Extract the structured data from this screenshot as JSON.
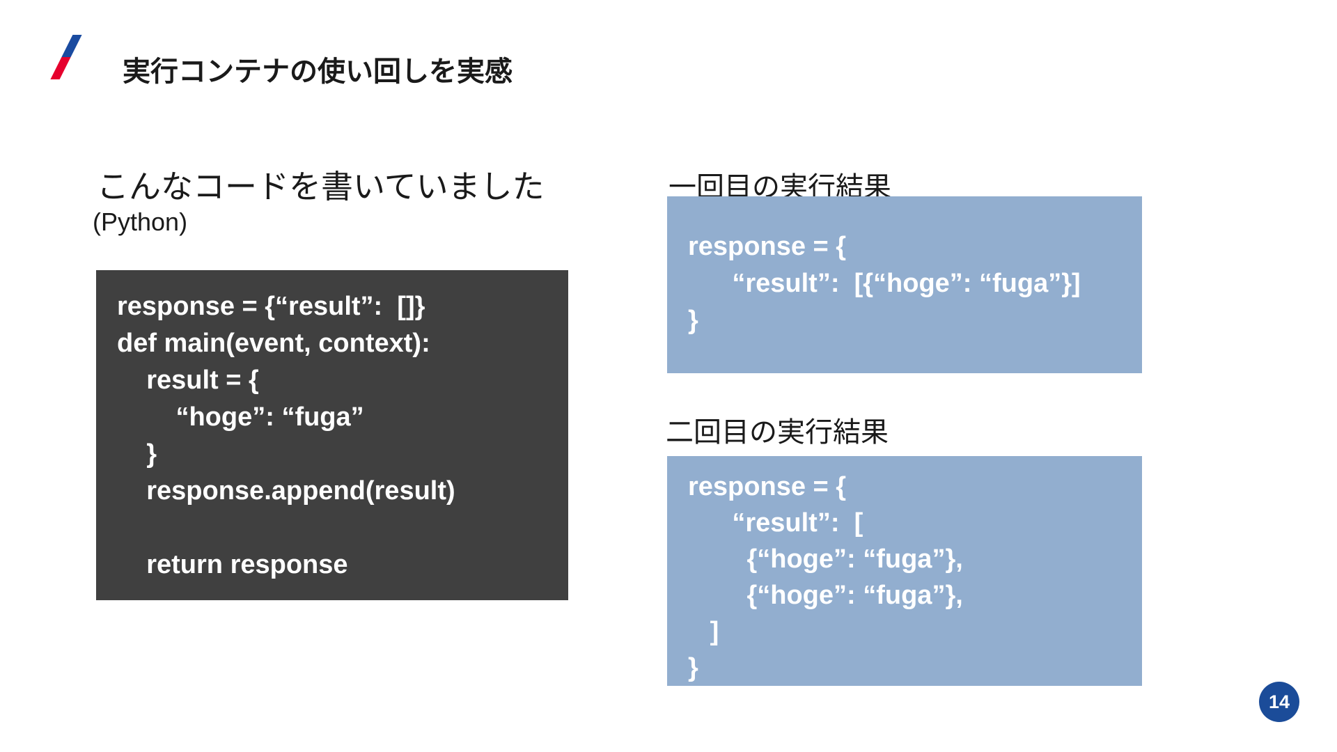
{
  "slide": {
    "title": "実行コンテナの使い回しを実感",
    "page_number": "14"
  },
  "left_panel": {
    "heading": "こんなコードを書いていました",
    "subheading": "(Python)",
    "code": "response = {“result”:  []}\ndef main(event, context):\n    result = {\n        “hoge”: “fuga”\n    }\n    response.append(result)\n\n    return response"
  },
  "right_panel": {
    "first_run": {
      "label": "一回目の実行結果",
      "code": "response = {\n      “result”:  [{“hoge”: “fuga”}]\n}"
    },
    "second_run": {
      "label": "二回目の実行結果",
      "code": "response = {\n      “result”:  [\n        {“hoge”: “fuga”},\n        {“hoge”: “fuga”},\n   ]\n}"
    }
  },
  "colors": {
    "code_block_bg": "#404040",
    "result_block_bg": "#92aecf",
    "code_text": "#ffffff",
    "badge_bg": "#1b4c99",
    "logo_blue": "#1a4ba0",
    "logo_red": "#e6002d",
    "title_text": "#1a1a1a"
  }
}
